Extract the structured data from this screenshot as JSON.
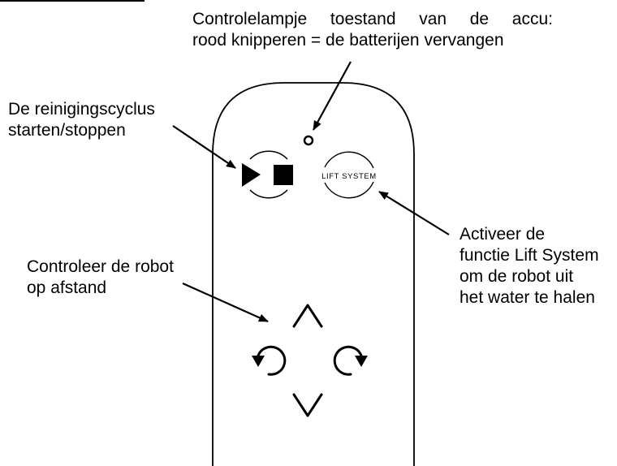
{
  "callouts": {
    "battery": {
      "line1": "Controlelampje toestand van de accu:",
      "line2": "rood knipperen = de batterijen vervangen"
    },
    "start_stop": {
      "line1": "De reinigingscyclus",
      "line2": "starten/stoppen"
    },
    "remote": {
      "line1": "Controleer de robot",
      "line2": "op afstand"
    },
    "lift": {
      "line1": "Activeer de",
      "line2": "functie Lift System",
      "line3": "om de robot uit",
      "line4": "het water te halen"
    }
  },
  "remote": {
    "lift_button_label": "LIFT SYSTEM"
  },
  "icons": {
    "play": "play-icon",
    "stop": "stop-icon",
    "up": "chevron-up-icon",
    "down": "chevron-down-icon",
    "rotate_left": "rotate-left-icon",
    "rotate_right": "rotate-right-icon",
    "led": "status-led-icon"
  },
  "colors": {
    "line": "#000000",
    "background": "#ffffff"
  }
}
